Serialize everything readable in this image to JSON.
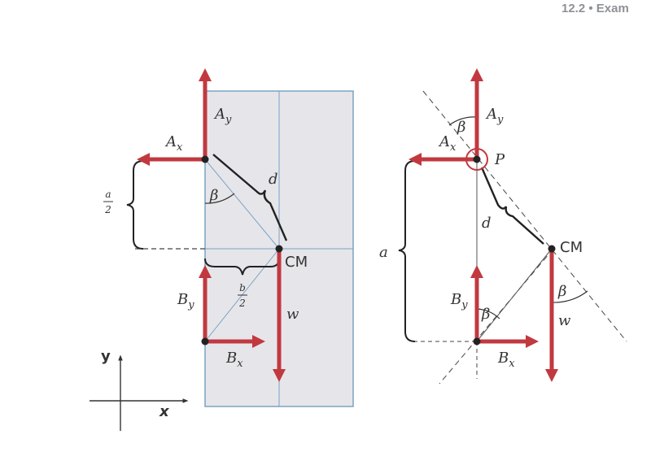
{
  "header": {
    "section_label": "12.2 • Exam"
  },
  "colors": {
    "force": "#c1393f",
    "plate_fill": "#e6e6ea",
    "plate_edge": "#7aa3c4",
    "guide": "#444444"
  },
  "axes": {
    "x": "x",
    "y": "y"
  },
  "panel_a": {
    "Ay": {
      "main": "A",
      "sub": "y"
    },
    "Ax": {
      "main": "A",
      "sub": "x"
    },
    "By": {
      "main": "B",
      "sub": "y"
    },
    "Bx": {
      "main": "B",
      "sub": "x"
    },
    "w": "w",
    "d": "d",
    "beta": "β",
    "cm": "CM",
    "a_half": {
      "num": "a",
      "den": "2"
    },
    "b_half": {
      "num": "b",
      "den": "2"
    }
  },
  "panel_b": {
    "Ay": {
      "main": "A",
      "sub": "y"
    },
    "Ax": {
      "main": "A",
      "sub": "x"
    },
    "By": {
      "main": "B",
      "sub": "y"
    },
    "Bx": {
      "main": "B",
      "sub": "x"
    },
    "w": "w",
    "d": "d",
    "beta": "β",
    "pivot": "P",
    "cm": "CM",
    "a": "a"
  }
}
